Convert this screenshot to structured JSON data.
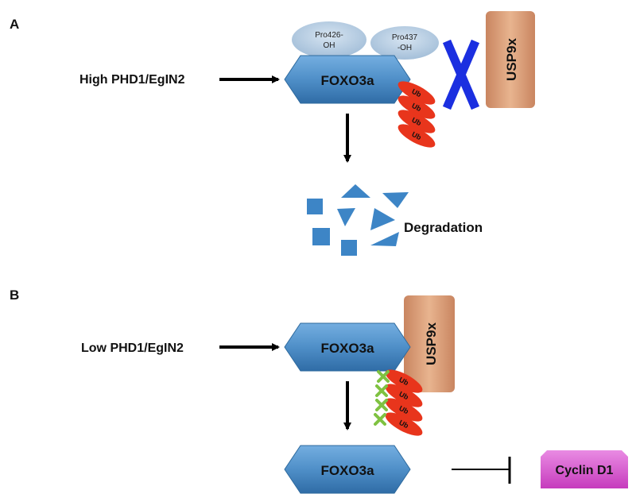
{
  "panel_a": {
    "label": "A",
    "input": "High PHD1/EgIN2",
    "protein": "FOXO3a",
    "hydroxyl_1": [
      "Pro426-",
      "OH"
    ],
    "hydroxyl_2": [
      "Pro437",
      "-OH"
    ],
    "usp": "USP9x",
    "ub": "Ub",
    "degradation": "Degradation"
  },
  "panel_b": {
    "label": "B",
    "input": "Low PHD1/EgIN2",
    "protein": "FOXO3a",
    "usp": "USP9x",
    "ub": "Ub",
    "protein_stable": "FOXO3a",
    "target": "Cyclin D1"
  },
  "colors": {
    "foxo": "#4f8fc8",
    "foxo_dark": "#2e6a9e",
    "pro_oval": "#b9cfe3",
    "usp": "#d9a07d",
    "ub": "#e8351c",
    "x_mark": "#1b2fe0",
    "green_x": "#7fc241",
    "cyclin": "#d84fd0",
    "fragment": "#3d85c6"
  }
}
